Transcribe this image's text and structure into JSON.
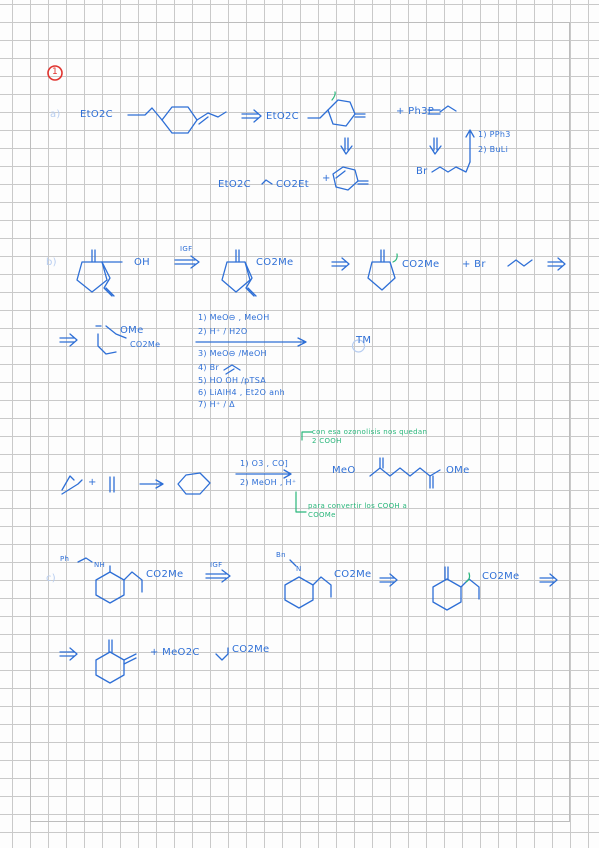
{
  "header": {
    "problem_number": "1"
  },
  "sections": [
    {
      "label": "a)",
      "line1": {
        "target": "EtO2C",
        "retro1": "EtO2C",
        "plus1": "+ Ph3P",
        "step1": "1) PPh3",
        "step2": "2) BuLi"
      },
      "line2": {
        "reagent1": "EtO2C",
        "reagent2": "CO2Et",
        "plus": "+",
        "halide": "Br"
      }
    },
    {
      "label": "b)",
      "line1": {
        "hydroxy": "OH",
        "ig": "IGF",
        "ester1": "CO2Me",
        "ester2": "CO2Me",
        "plus_halide": "+ Br"
      },
      "line2": {
        "ome": "OMe",
        "ester": "CO2Me",
        "steps": [
          "1) MeO⊖ , MeOH",
          "2) H⁺ / H2O",
          "3) MeO⊖ /MeOH",
          "4) Br",
          "5) HO      OH  /pTSA",
          "6) LiAlH4 , Et2O anh",
          "7) H⁺ / Δ"
        ],
        "tm": "TM"
      }
    },
    {
      "line3": {
        "plus": "+",
        "note_top": "con esa ozonolisis nos quedan 2 COOH",
        "step1": "1) O3 , CO]",
        "step2": "2) MeOH , H⁺",
        "meo": "MeO",
        "ome": "OMe",
        "note_bottom": "para convertir los COOH a COOMe"
      }
    },
    {
      "label": "c)",
      "line1": {
        "ph": "Ph",
        "nh": "NH",
        "ester1": "CO2Me",
        "ig": "IGF",
        "bn": "Bn",
        "n": "N",
        "ester2": "CO2Me",
        "ester3": "CO2Me"
      },
      "line2": {
        "plus_reagent": "+ MeO2C",
        "ester": "CO2Me"
      }
    }
  ]
}
